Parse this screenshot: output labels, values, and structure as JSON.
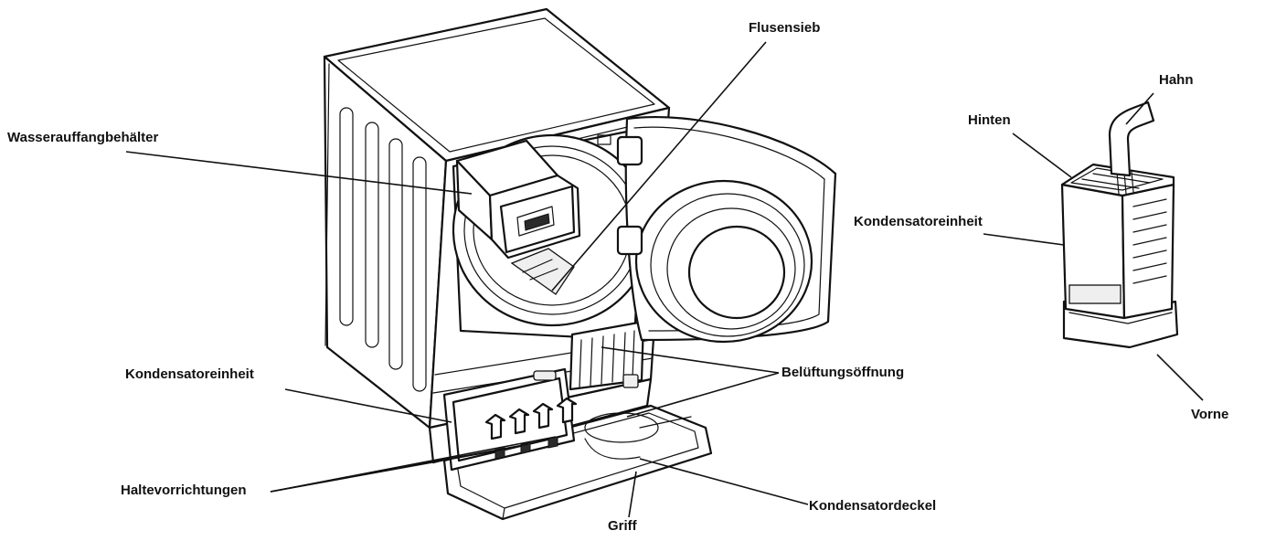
{
  "labels": {
    "flusensieb": "Flusensieb",
    "wasserauffangbehaelter": "Wasserauffangbehälter",
    "hahn": "Hahn",
    "hinten": "Hinten",
    "kondensatoreinheit_right": "Kondensatoreinheit",
    "kondensatoreinheit_left": "Kondensatoreinheit",
    "belueftungsoeffnung": "Belüftungsöffnung",
    "vorne": "Vorne",
    "haltevorrichtungen": "Haltevorrichtungen",
    "griff": "Griff",
    "kondensatordeckel": "Kondensatordeckel"
  }
}
